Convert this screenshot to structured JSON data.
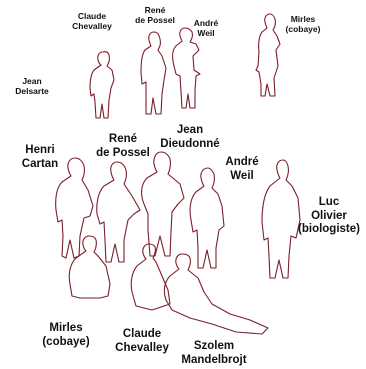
{
  "labels": {
    "top_claude_chevalley": "Claude\nChevalley",
    "top_rene_de_possel": "René\nde Possel",
    "top_andre_weil": "André\nWeil",
    "top_mirles_cobaye": "Mirles\n(cobaye)",
    "top_jean_delsarte": "Jean\nDelsarte",
    "henri_cartan": "Henri\nCartan",
    "rene_de_possel": "René\nde Possel",
    "jean_dieudonne": "Jean\nDieudonné",
    "andre_weil": "André\nWeil",
    "luc_olivier": "Luc\nOlivier\n(biologiste)",
    "mirles_cobaye": "Mirles\n(cobaye)",
    "claude_chevalley": "Claude\nChevalley",
    "szolem_mandelbrojt": "Szolem\nMandelbrojt"
  },
  "colors": {
    "outline": "#7a1f2b",
    "text": "#111111",
    "background": "#ffffff"
  }
}
